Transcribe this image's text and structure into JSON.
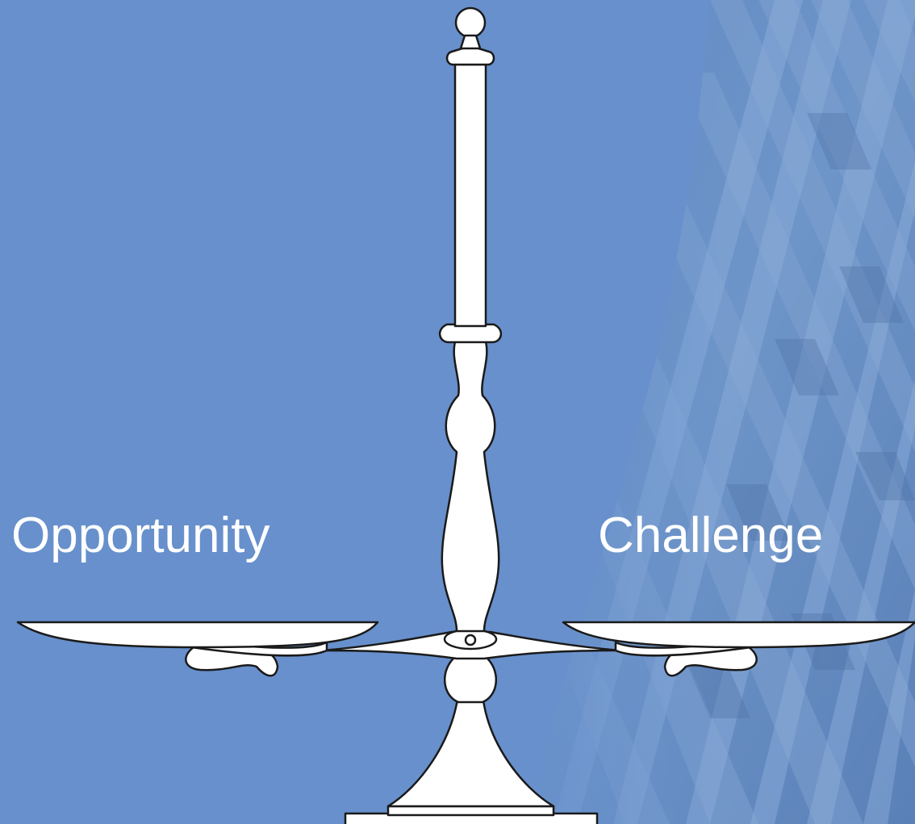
{
  "slide": {
    "left_label": "Opportunity",
    "right_label": "Challenge"
  },
  "colors": {
    "background": "#6790cc",
    "scale_fill": "#ffffff",
    "scale_stroke": "#1a1a1a",
    "label_text": "#ffffff"
  },
  "icons": {
    "center_graphic": "balance-scale-icon",
    "background_graphic": "glass-building-facade"
  }
}
